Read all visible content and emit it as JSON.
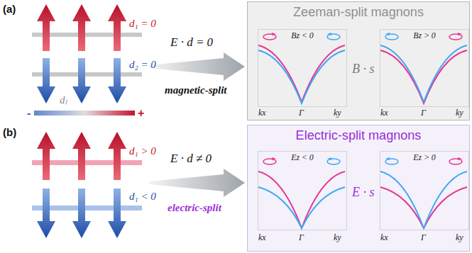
{
  "diagram": {
    "nodes": [
      {
        "text": [
          "Zeeman-split magnons",
          "B · s"
        ]
      },
      {
        "text": [
          "Bz < 0"
        ],
        "in": 0
      },
      {
        "text": [
          "Bz > 0"
        ],
        "in": 0
      },
      {
        "text": [
          "Electric-split magnons",
          "E · s"
        ]
      },
      {
        "text": [
          "Ez < 0"
        ],
        "in": 3
      },
      {
        "text": [
          "Ez > 0"
        ],
        "in": 3
      }
    ],
    "labels": [
      "(a)",
      "d₁ = 0",
      "d₂ = 0",
      "E · d = 0",
      "magnetic-split",
      "dₗ",
      "-",
      "+",
      "(b)",
      "d₁ > 0",
      "d₁ < 0",
      "E · d ≠ 0",
      "electric-split",
      "kx",
      "Γ",
      "ky",
      "kx",
      "Γ",
      "ky",
      "kx",
      "Γ",
      "ky",
      "kx",
      "Γ",
      "ky"
    ]
  }
}
